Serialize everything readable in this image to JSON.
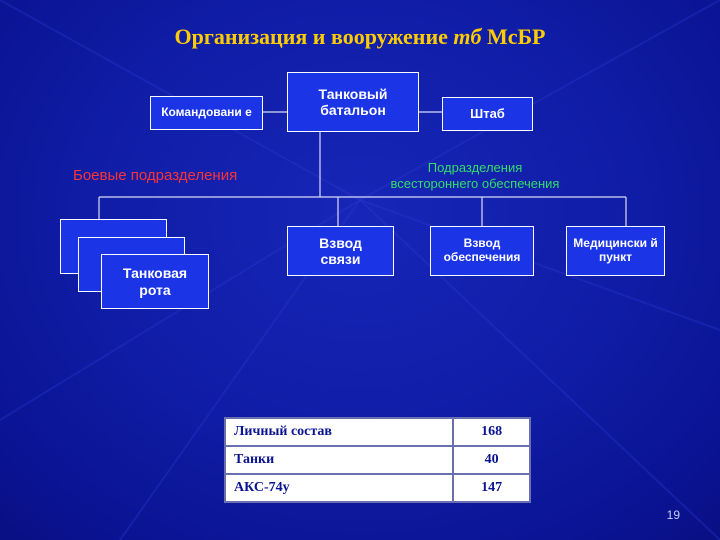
{
  "title_main": "Организация и вооружение ",
  "title_italic": "тб",
  "title_tail": " МсБР",
  "nodes": {
    "battalion": "Танковый батальон",
    "command": "Командовани е",
    "staff": "Штаб",
    "tank_company": "Танковая рота",
    "signal_platoon": "Взвод связи",
    "support_platoon": "Взвод обеспечения",
    "medical_point": "Медицински й пункт"
  },
  "labels": {
    "combat_units": "Боевые подразделения",
    "support_units_line1": "Подразделения",
    "support_units_line2": "всестороннего обеспечения"
  },
  "colors": {
    "title": "#ffcc00",
    "combat_label": "#ff3333",
    "support_label": "#33dd66",
    "box_fill": "#1a34e6"
  },
  "table": {
    "rows": [
      {
        "name": "Личный состав",
        "value": "168"
      },
      {
        "name": "Танки",
        "value": "40"
      },
      {
        "name": "АКС-74у",
        "value": "147"
      }
    ]
  },
  "page_number": "19"
}
